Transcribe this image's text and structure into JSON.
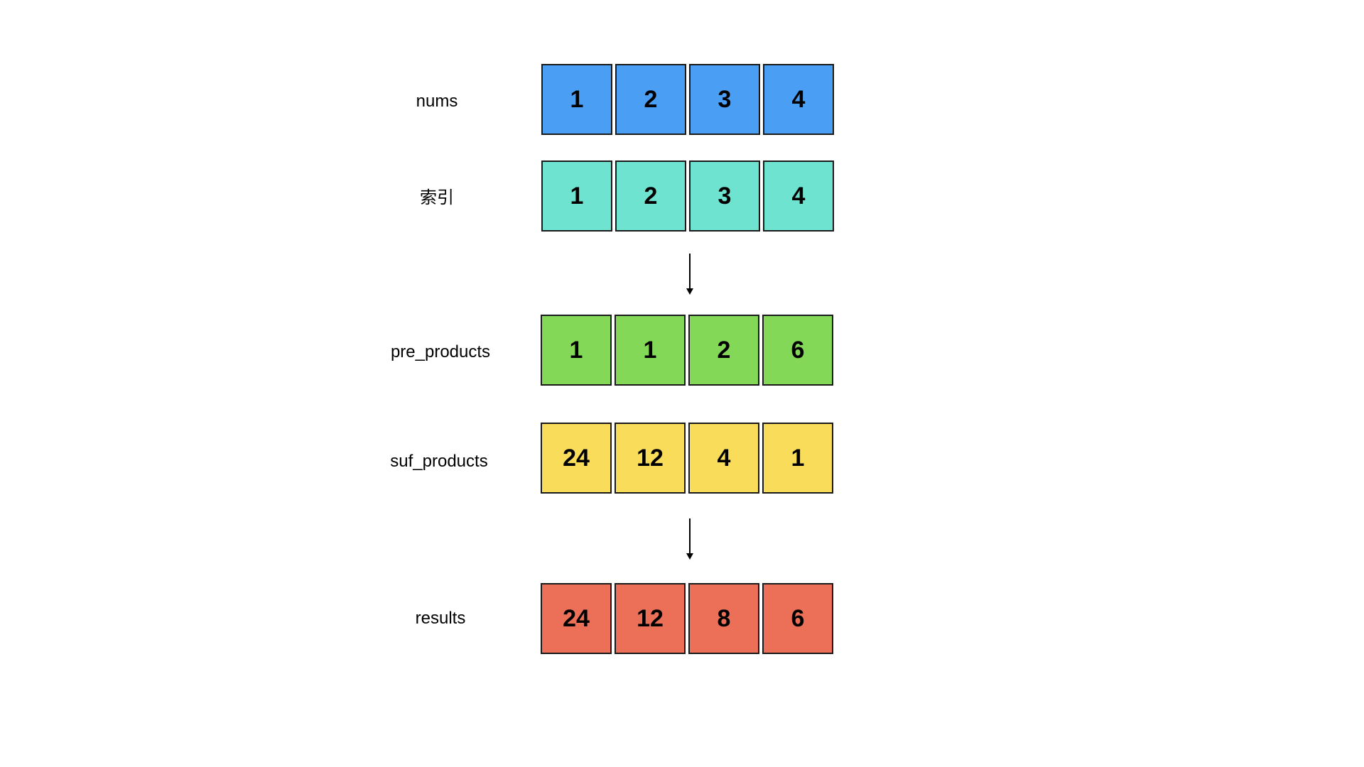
{
  "rows": [
    {
      "label": "nums",
      "color": "#4a9ff5",
      "values": [
        "1",
        "2",
        "3",
        "4"
      ]
    },
    {
      "label": "索引",
      "color": "#6ee3d0",
      "values": [
        "1",
        "2",
        "3",
        "4"
      ]
    },
    {
      "label": "pre_products",
      "color": "#84d858",
      "values": [
        "1",
        "1",
        "2",
        "6"
      ]
    },
    {
      "label": "suf_products",
      "color": "#f8dc5a",
      "values": [
        "24",
        "12",
        "4",
        "1"
      ]
    },
    {
      "label": "results",
      "color": "#ec6f57",
      "values": [
        "24",
        "12",
        "8",
        "6"
      ]
    }
  ],
  "border_color": "#1a1a1a"
}
